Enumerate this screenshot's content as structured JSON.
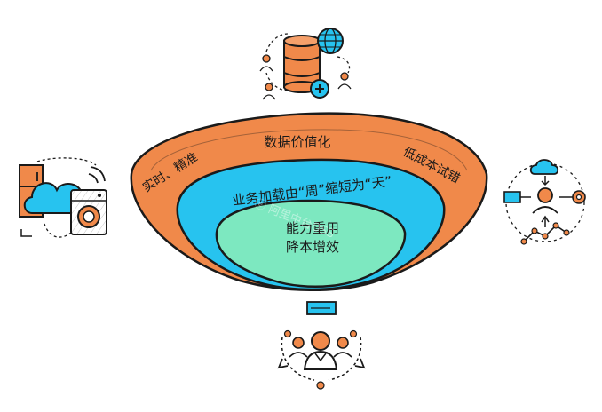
{
  "diagram": {
    "outer_ring": {
      "top_label": "数据价值化",
      "left_label": "实时、精准",
      "right_label": "低成本试错",
      "color": "#f0894a"
    },
    "middle_ring": {
      "label": "业务加载由“周”缩短为“天”",
      "color": "#27c3ef"
    },
    "inner_core": {
      "line1": "能力重用",
      "line2": "降本增效",
      "color": "#7de8c0"
    },
    "watermark": "ⓔ 阿里中台OSS",
    "icons": {
      "top": "database-globe-users-icon",
      "left": "smart-home-appliances-cloud-icon",
      "right": "ai-person-network-icon",
      "bottom": "team-collaboration-icon"
    }
  }
}
